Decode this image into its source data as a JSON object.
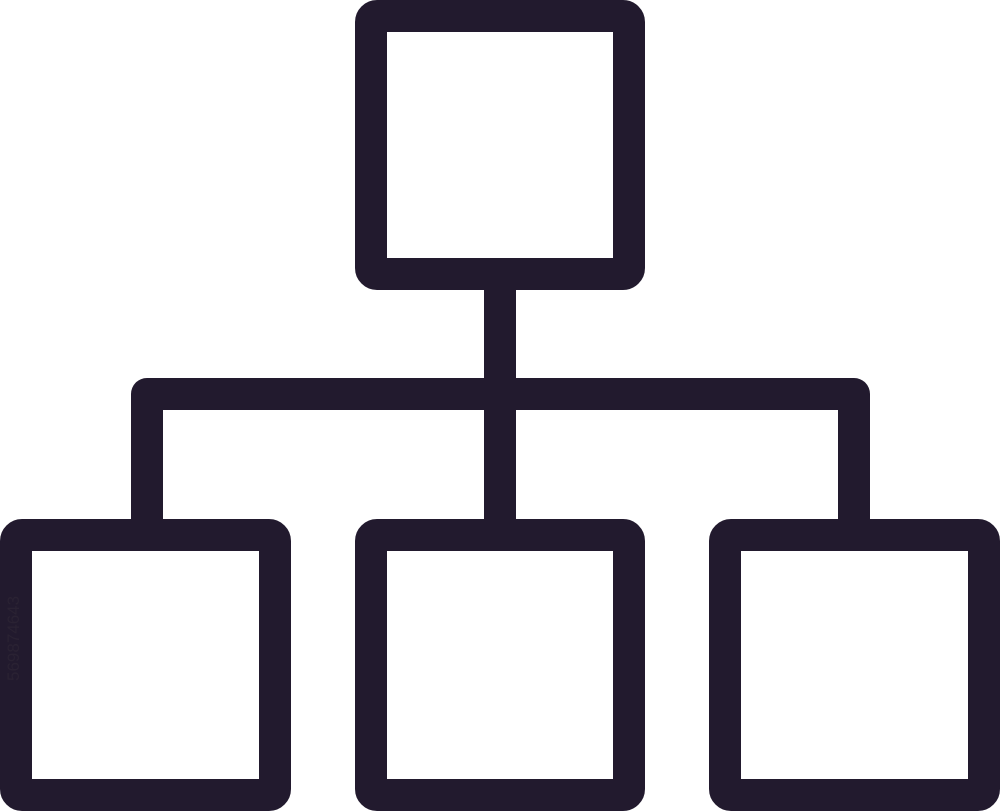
{
  "icon": {
    "name": "hierarchy-org-chart-icon",
    "stroke_color": "#221a2e",
    "background_color": "#ffffff",
    "nodes": [
      "root",
      "child-left",
      "child-center",
      "child-right"
    ]
  },
  "watermark": {
    "text": "569874643"
  }
}
